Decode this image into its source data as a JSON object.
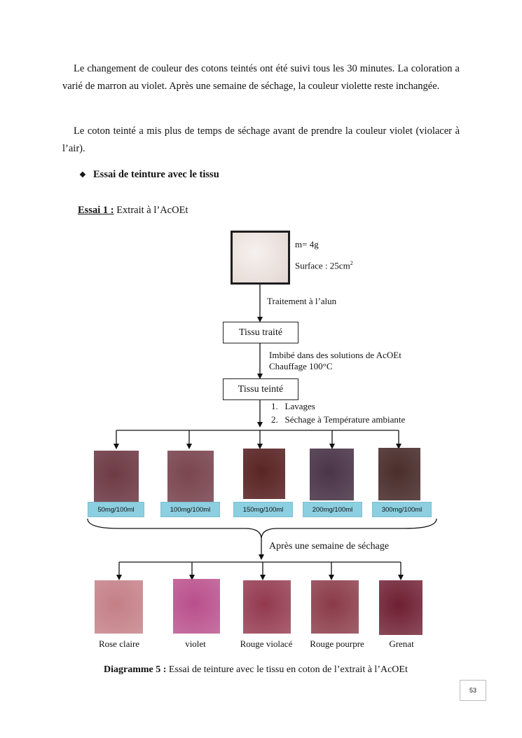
{
  "paragraphs": {
    "p1": "Le changement de couleur des cotons teintés ont été suivi tous les 30 minutes. La coloration a varié de marron au violet. Après une semaine de séchage, la couleur violette reste inchangée.",
    "p2": "Le coton teinté a mis plus de temps de séchage  avant de prendre la couleur violet (violacer à l’air)."
  },
  "section": {
    "bullet_icon": "diamond-bullet-icon",
    "title": "Essai de teinture avec le tissu"
  },
  "essai": {
    "label": "Essai 1 :",
    "text": " Extrait à l’AcOEt"
  },
  "diagram": {
    "top_sample": {
      "mass": "m= 4g",
      "surface": "Surface : 25cm",
      "surface_exp": "2"
    },
    "step1": "Traitement à l’alun",
    "box1": "Tissu traité",
    "step2_line1": "Imbibé dans des solutions de AcOEt",
    "step2_line2": "Chauffage 100°C",
    "box2": "Tissu teinté",
    "step3": [
      {
        "num": "1.",
        "text": "Lavages"
      },
      {
        "num": "2.",
        "text": "Séchage à Température ambiante"
      }
    ],
    "concentrations": [
      "50mg/100ml",
      "100mg/100ml",
      "150mg/100ml",
      "200mg/100ml",
      "300mg/100ml"
    ],
    "after": "Après une semaine de séchage",
    "colors": [
      "Rose claire",
      "violet",
      "Rouge violacé",
      "Rouge pourpre",
      "Grenat"
    ]
  },
  "caption": {
    "label": "Diagramme 5 :",
    "text": " Essai de teinture avec le tissu en coton de l’extrait à l’AcOEt"
  },
  "page_number": "53",
  "swatch_colors": {
    "top": "#ece6e1",
    "row1": [
      "#6e3b45",
      "#7a4650",
      "#5a2424",
      "#4a3548",
      "#4a2e2c"
    ],
    "row2": [
      "#c47e86",
      "#b94f8c",
      "#93394e",
      "#8a3a48",
      "#6e1f32"
    ]
  }
}
